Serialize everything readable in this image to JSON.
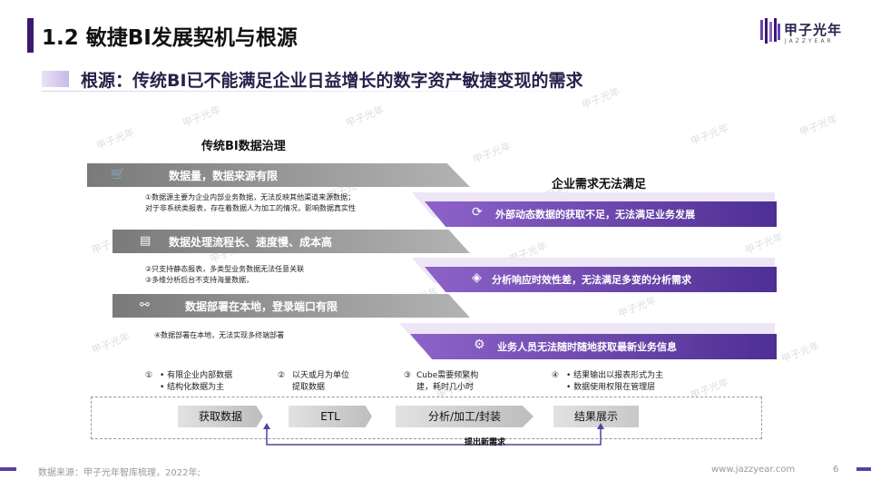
{
  "title": "1.2 敏捷BI发展契机与根源",
  "subtitle": "根源：传统BI已不能满足企业日益增长的数字资产敏捷变现的需求",
  "logo": {
    "cn": "甲子光年",
    "en": "JAZZYEAR"
  },
  "watermark_text": "甲子光年",
  "left_section": {
    "heading": "传统BI数据治理",
    "items": [
      {
        "label": "数据量，数据来源有限",
        "icon": "cart-icon",
        "desc": [
          "①数据源主要为企业内部业务数据，无法反映其他渠道来源数据；",
          "对于非系统类报表，存在着数据人为加工的情况，影响数据真实性"
        ]
      },
      {
        "label": "数据处理流程长、速度慢、成本高",
        "icon": "chat-icon",
        "desc": [
          "②只支持静态报表，多类型业务数据无法任意关联",
          "③多维分析后台不支持海量数据，"
        ]
      },
      {
        "label": "数据部署在本地，登录端口有限",
        "icon": "share-icon",
        "desc": [
          "④数据部署在本地，无法实现多终端部署"
        ]
      }
    ]
  },
  "right_section": {
    "heading": "企业需求无法满足",
    "items": [
      {
        "label": "外部动态数据的获取不足，无法满足业务发展",
        "icon": "refresh-icon"
      },
      {
        "label": "分析响应时效性差，无法满足多变的分析需求",
        "icon": "tag-icon"
      },
      {
        "label": "业务人员无法随时随地获取最新业务信息",
        "icon": "gear-icon"
      }
    ]
  },
  "notes": [
    {
      "num": "①",
      "lines": [
        "• 有限企业内部数据",
        "• 结构化数据为主"
      ]
    },
    {
      "num": "②",
      "lines": [
        "以天或月为单位",
        "提取数据"
      ]
    },
    {
      "num": "③",
      "lines": [
        "Cube需要频繁构",
        "建，耗时几小时"
      ]
    },
    {
      "num": "④",
      "lines": [
        "• 结果输出以报表形式为主",
        "• 数据使用权限在管理层"
      ]
    }
  ],
  "flow_steps": [
    "获取数据",
    "ETL",
    "分析/加工/封装",
    "结果展示"
  ],
  "feedback_label": "提出新需求",
  "footer": {
    "source": "数据来源：甲子光年智库梳理，2022年;",
    "url": "www.jazzyear.com",
    "page": "6"
  },
  "colors": {
    "accent": "#4e2f93",
    "accent_light": "#8e63c9",
    "gray": "#8a8a8a"
  }
}
